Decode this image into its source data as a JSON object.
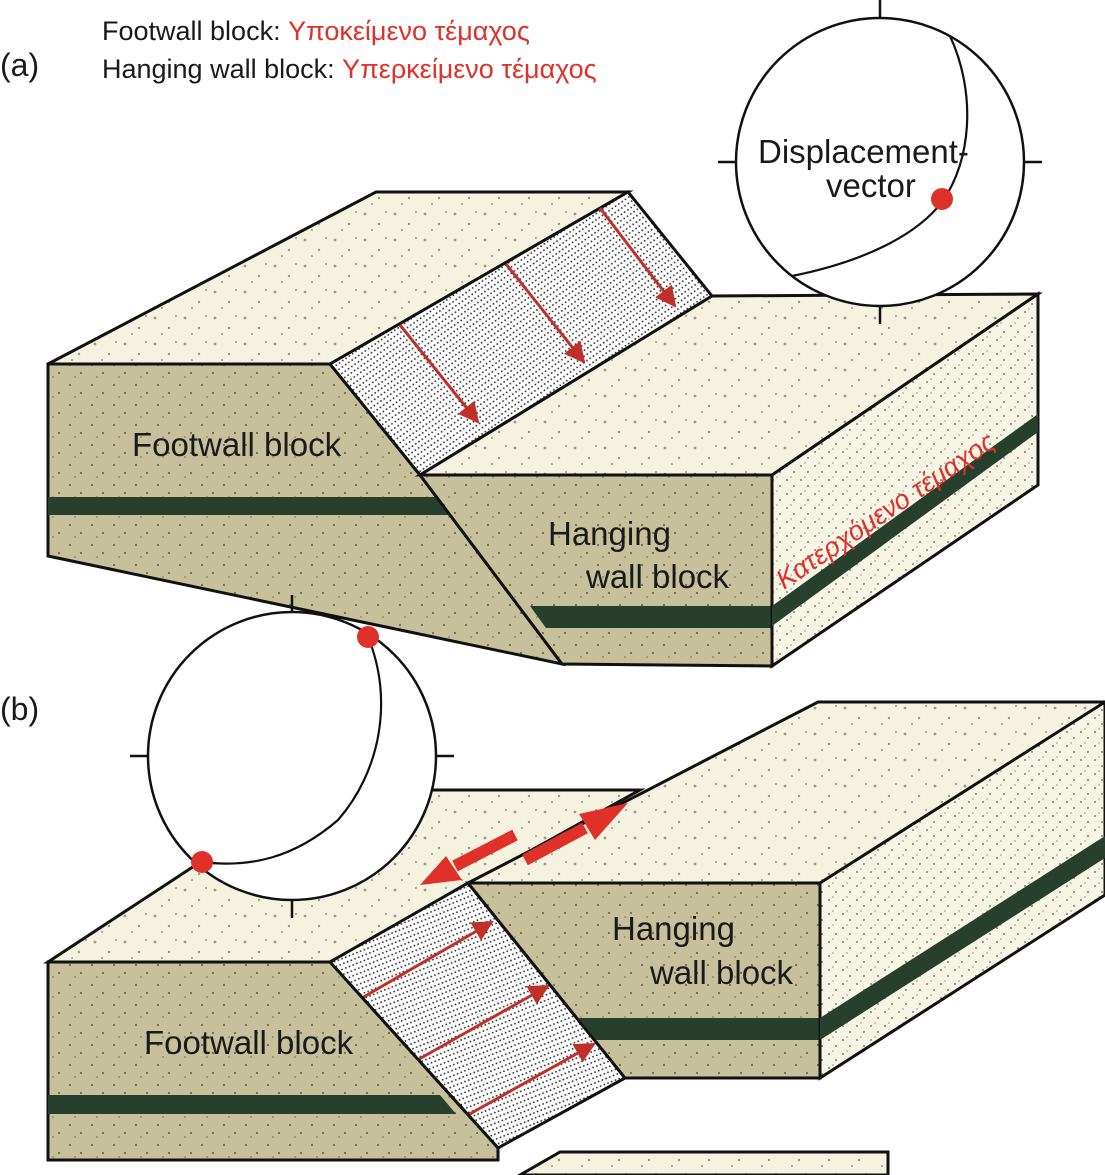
{
  "panel_a": {
    "label": "(a)",
    "legend": {
      "footwall_prefix": "Footwall block: ",
      "footwall_greek": "Υποκείμενο τέμαχος",
      "hanging_prefix": "Hanging wall block: ",
      "hanging_greek": "Υπερκείμενο τέμαχος"
    },
    "stereonet": {
      "label_line1": "Displacement-",
      "label_line2": "vector"
    },
    "footwall_label": "Footwall block",
    "hanging_label_line1": "Hanging",
    "hanging_label_line2": "wall block",
    "side_greek": "Κατερχόμενο τέμαχος"
  },
  "panel_b": {
    "label": "(b)",
    "footwall_label": "Footwall block",
    "hanging_label_line1": "Hanging",
    "hanging_label_line2": "wall block"
  },
  "colors": {
    "sand_top": "#f5f3df",
    "sand_side": "#c6c19a",
    "dark_layer": "#27402e",
    "accent_red": "#e0302a",
    "outline": "#111111"
  }
}
